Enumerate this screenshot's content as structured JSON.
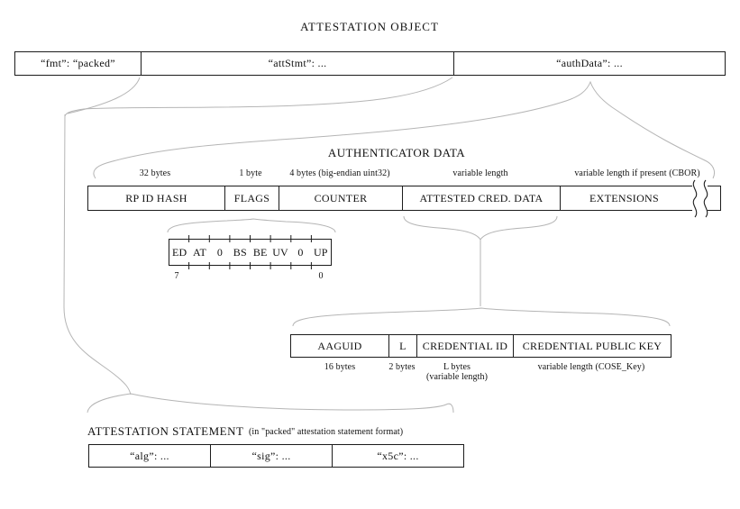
{
  "title": "ATTESTATION OBJECT",
  "colors": {
    "border": "#1c1c1c",
    "brace": "#b5b5b5",
    "background": "#ffffff",
    "text": "#111111"
  },
  "attestation_object": {
    "cells": [
      {
        "label": "“fmt”: “packed”"
      },
      {
        "label": "“attStmt”: ..."
      },
      {
        "label": "“authData”: ..."
      }
    ]
  },
  "authenticator_data": {
    "title": "AUTHENTICATOR DATA",
    "fields": [
      {
        "name": "RP ID HASH",
        "size": "32 bytes"
      },
      {
        "name": "FLAGS",
        "size": "1 byte"
      },
      {
        "name": "COUNTER",
        "size": "4 bytes (big-endian uint32)"
      },
      {
        "name": "ATTESTED CRED. DATA",
        "size": "variable length"
      },
      {
        "name": "EXTENSIONS",
        "size": "variable length if present (CBOR)"
      }
    ]
  },
  "flags": {
    "bits": [
      "ED",
      "AT",
      "0",
      "BS",
      "BE",
      "UV",
      "0",
      "UP"
    ],
    "msb_label": "7",
    "lsb_label": "0"
  },
  "attested_credential_data": {
    "fields": [
      {
        "name": "AAGUID",
        "size": "16 bytes"
      },
      {
        "name": "L",
        "size": "2 bytes"
      },
      {
        "name": "CREDENTIAL ID",
        "size": "L bytes",
        "size2": "(variable length)"
      },
      {
        "name": "CREDENTIAL PUBLIC KEY",
        "size": "variable length (COSE_Key)"
      }
    ]
  },
  "attestation_statement": {
    "title": "ATTESTATION STATEMENT",
    "subtitle": "(in \"packed\" attestation statement format)",
    "cells": [
      {
        "label": "“alg”: ..."
      },
      {
        "label": "“sig”: ..."
      },
      {
        "label": "“x5c”: ..."
      }
    ]
  }
}
